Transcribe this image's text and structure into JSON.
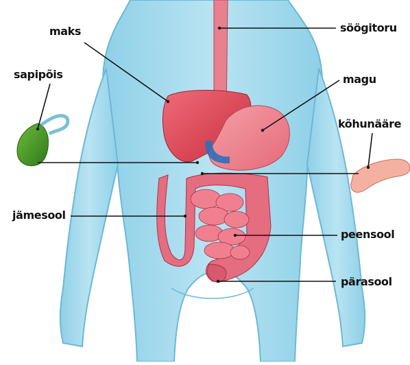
{
  "labels": {
    "maks": "maks",
    "sapipois": "sapipõis",
    "soogitoru": "söögitoru",
    "magu": "magu",
    "kohunaare": "kõhunääre",
    "jamesool": "jämesool",
    "peensool": "peensool",
    "parasool": "pärasool"
  }
}
